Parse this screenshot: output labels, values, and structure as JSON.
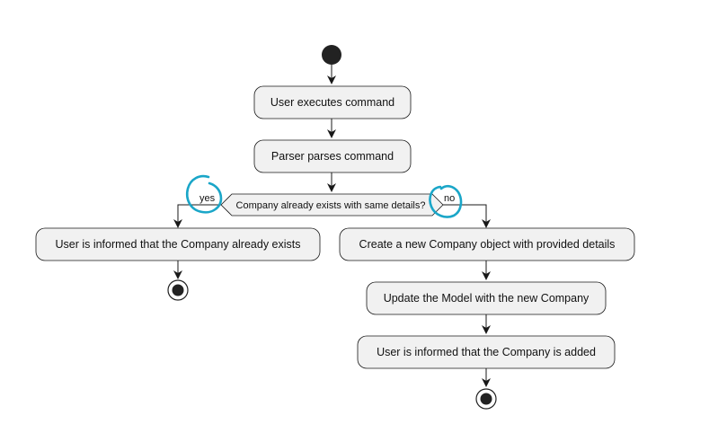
{
  "diagram": {
    "type": "activity",
    "start": true,
    "steps": [
      {
        "id": "a1",
        "label": "User executes command"
      },
      {
        "id": "a2",
        "label": "Parser parses command"
      }
    ],
    "decision": {
      "condition": "Company already exists with same details?",
      "yes_label": "yes",
      "no_label": "no"
    },
    "yes_branch": [
      {
        "id": "y1",
        "label": "User is informed that the Company already exists"
      }
    ],
    "no_branch": [
      {
        "id": "n1",
        "label": "Create a new Company object with provided details"
      },
      {
        "id": "n2",
        "label": "Update the Model with the new Company"
      },
      {
        "id": "n3",
        "label": "User is informed that the Company is added"
      }
    ],
    "colors": {
      "activity_fill": "#F1F1F1",
      "activity_stroke": "#181818",
      "node_fill": "#222222",
      "arrow": "#181818",
      "annotation": "#1AA6C8"
    }
  }
}
